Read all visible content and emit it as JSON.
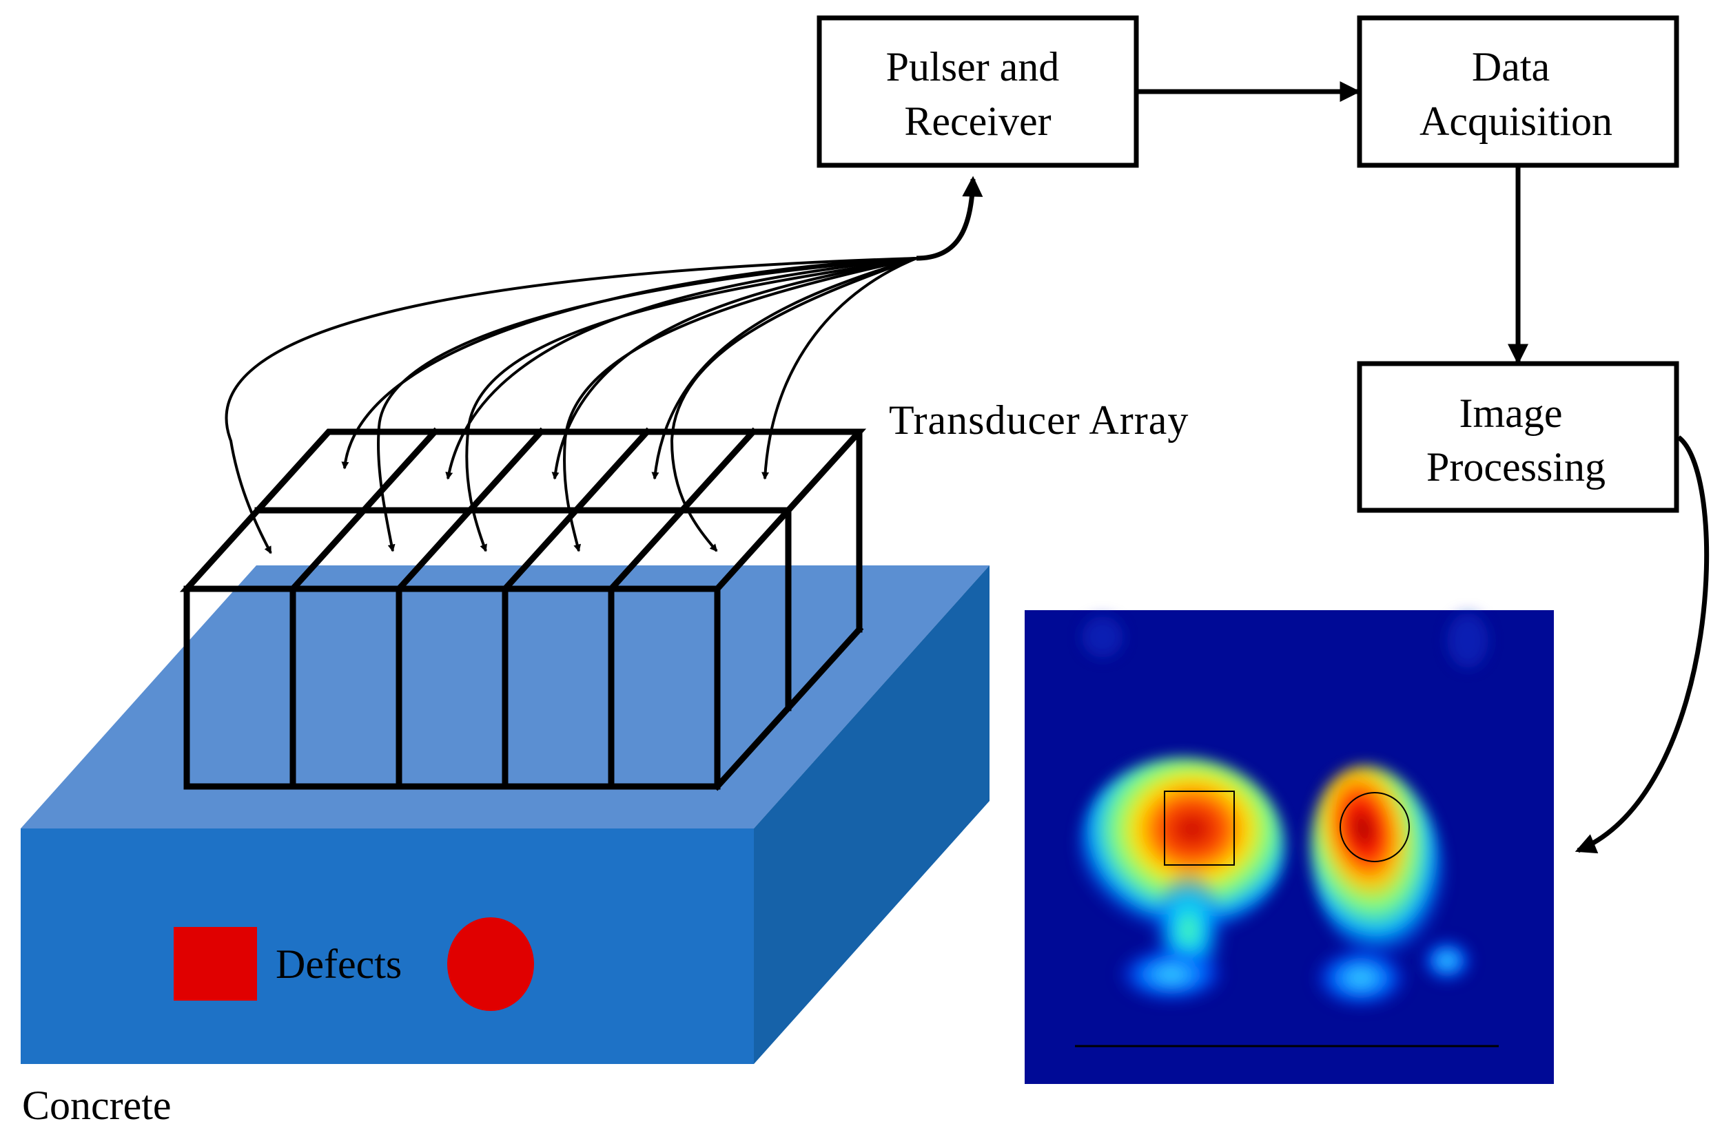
{
  "blocks": {
    "pulser": [
      "Pulser and",
      "Receiver"
    ],
    "acquisition": [
      "Data",
      "Acquisition"
    ],
    "processing": [
      "Image",
      "Processing"
    ]
  },
  "labels": {
    "array": "Transducer Array",
    "defects": "Defects",
    "concrete": "Concrete"
  },
  "colors": {
    "concrete_top": "#5b8fd2",
    "concrete_front": "#1e72c6",
    "concrete_side": "#1662a9",
    "defect": "#e00000",
    "image_background": "#000a96",
    "outline": "#000000"
  },
  "transducer_array": {
    "rows": 2,
    "columns": 5
  }
}
